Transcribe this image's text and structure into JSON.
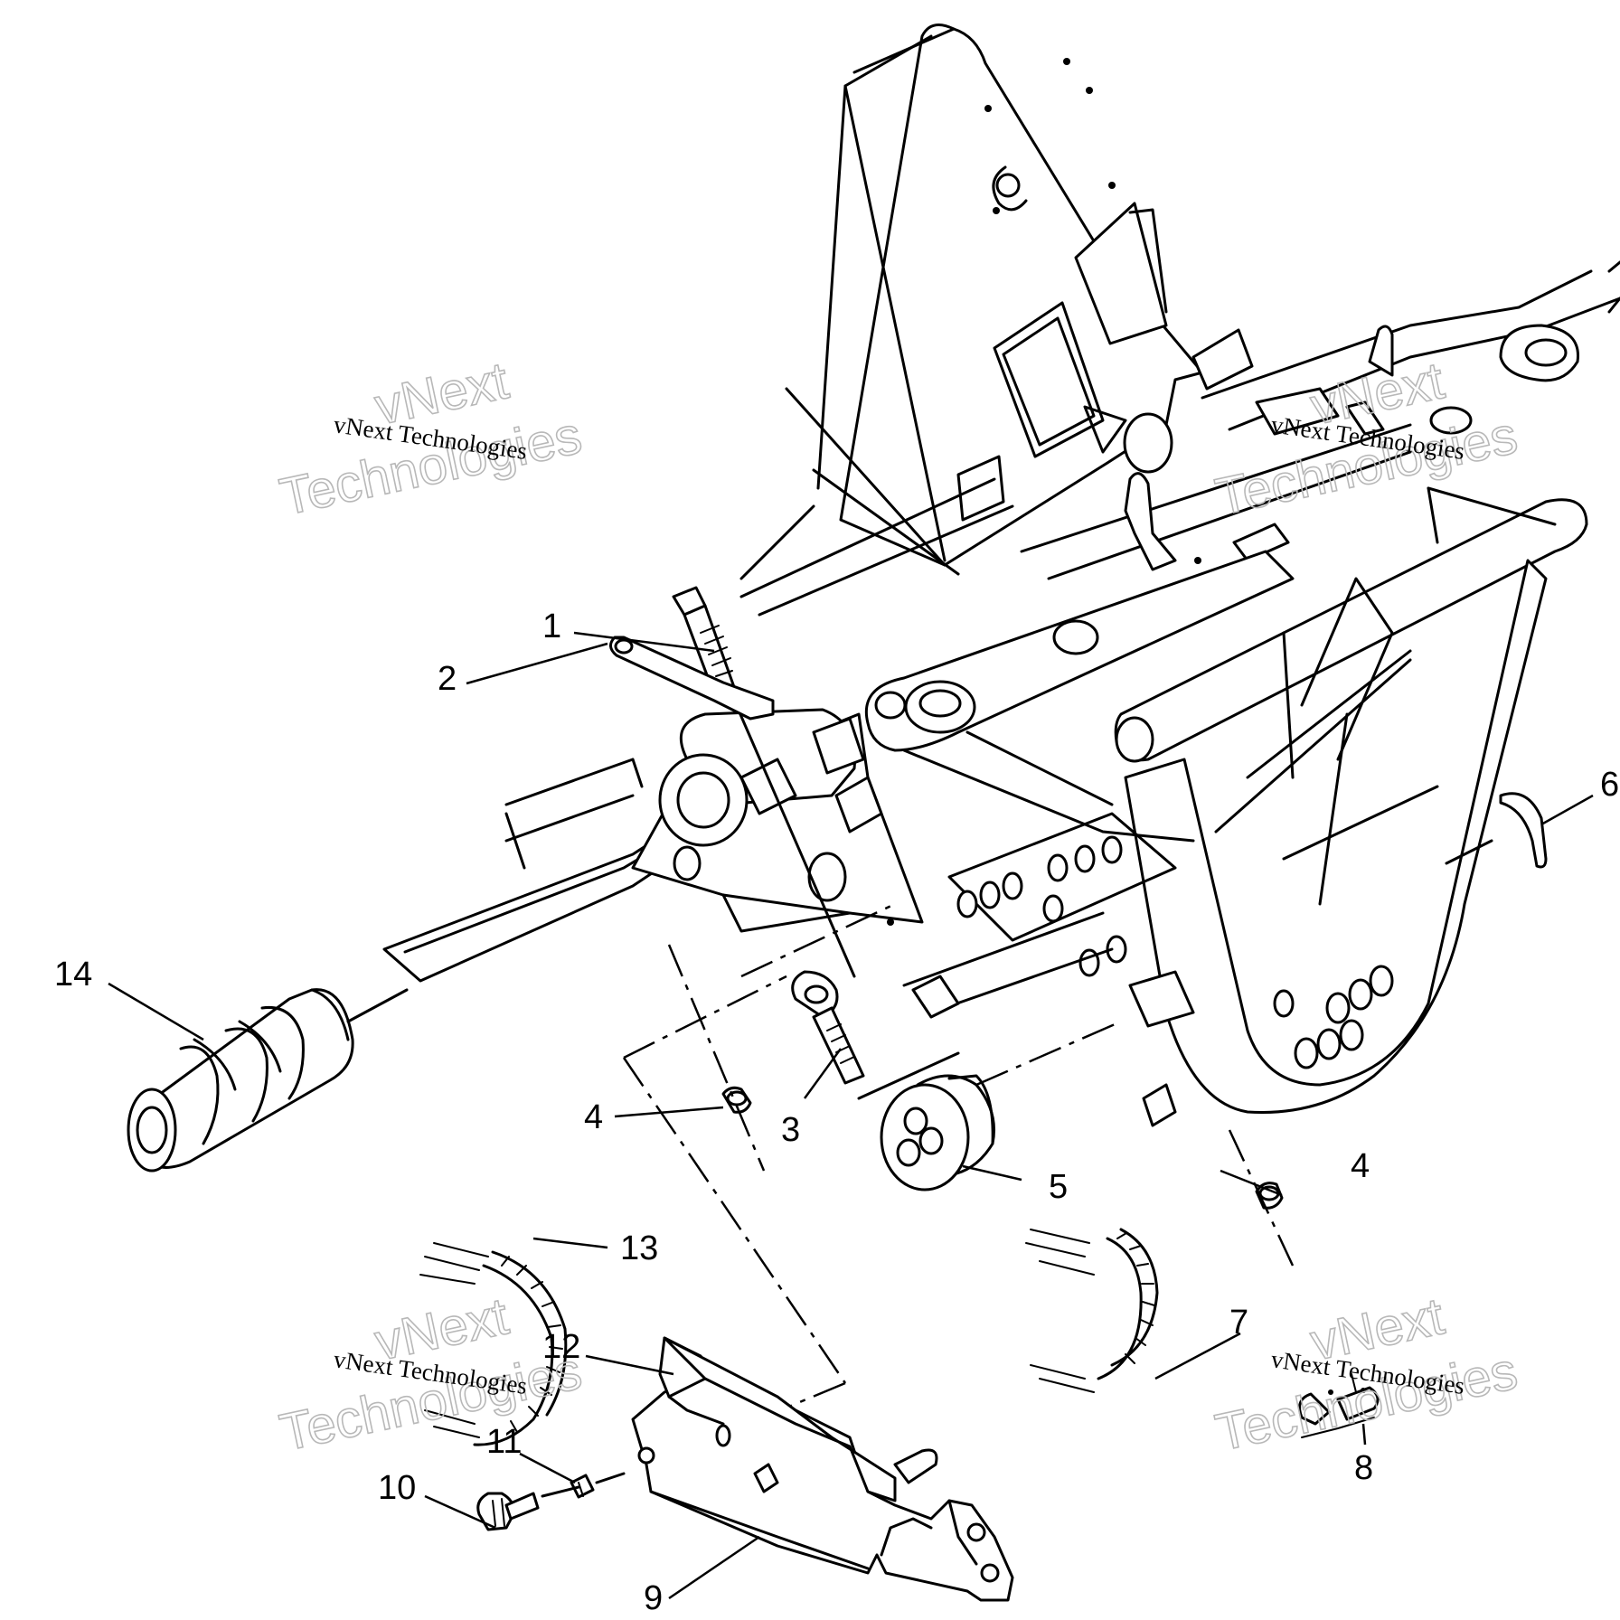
{
  "diagram": {
    "callouts": [
      "1",
      "2",
      "3",
      "4",
      "4",
      "5",
      "6",
      "7",
      "8",
      "9",
      "10",
      "11",
      "12",
      "13",
      "14"
    ],
    "watermark": {
      "line_small": "vNext Technologies",
      "line_big_1": "vNext",
      "line_big_2": "Technologies"
    }
  },
  "parts": [
    {
      "callout": "1",
      "part": "bolt"
    },
    {
      "callout": "2",
      "part": "strap"
    },
    {
      "callout": "3",
      "part": "bolt-washer"
    },
    {
      "callout": "4",
      "part": "nut"
    },
    {
      "callout": "5",
      "part": "idler-wheel"
    },
    {
      "callout": "6",
      "part": "clip"
    },
    {
      "callout": "7",
      "part": "track-chain"
    },
    {
      "callout": "8",
      "part": "chain-link"
    },
    {
      "callout": "9",
      "part": "guard"
    },
    {
      "callout": "10",
      "part": "screw"
    },
    {
      "callout": "11",
      "part": "nut-small"
    },
    {
      "callout": "12",
      "part": "guard-bracket"
    },
    {
      "callout": "13",
      "part": "track-chain"
    },
    {
      "callout": "14",
      "part": "rubber-roller"
    }
  ]
}
